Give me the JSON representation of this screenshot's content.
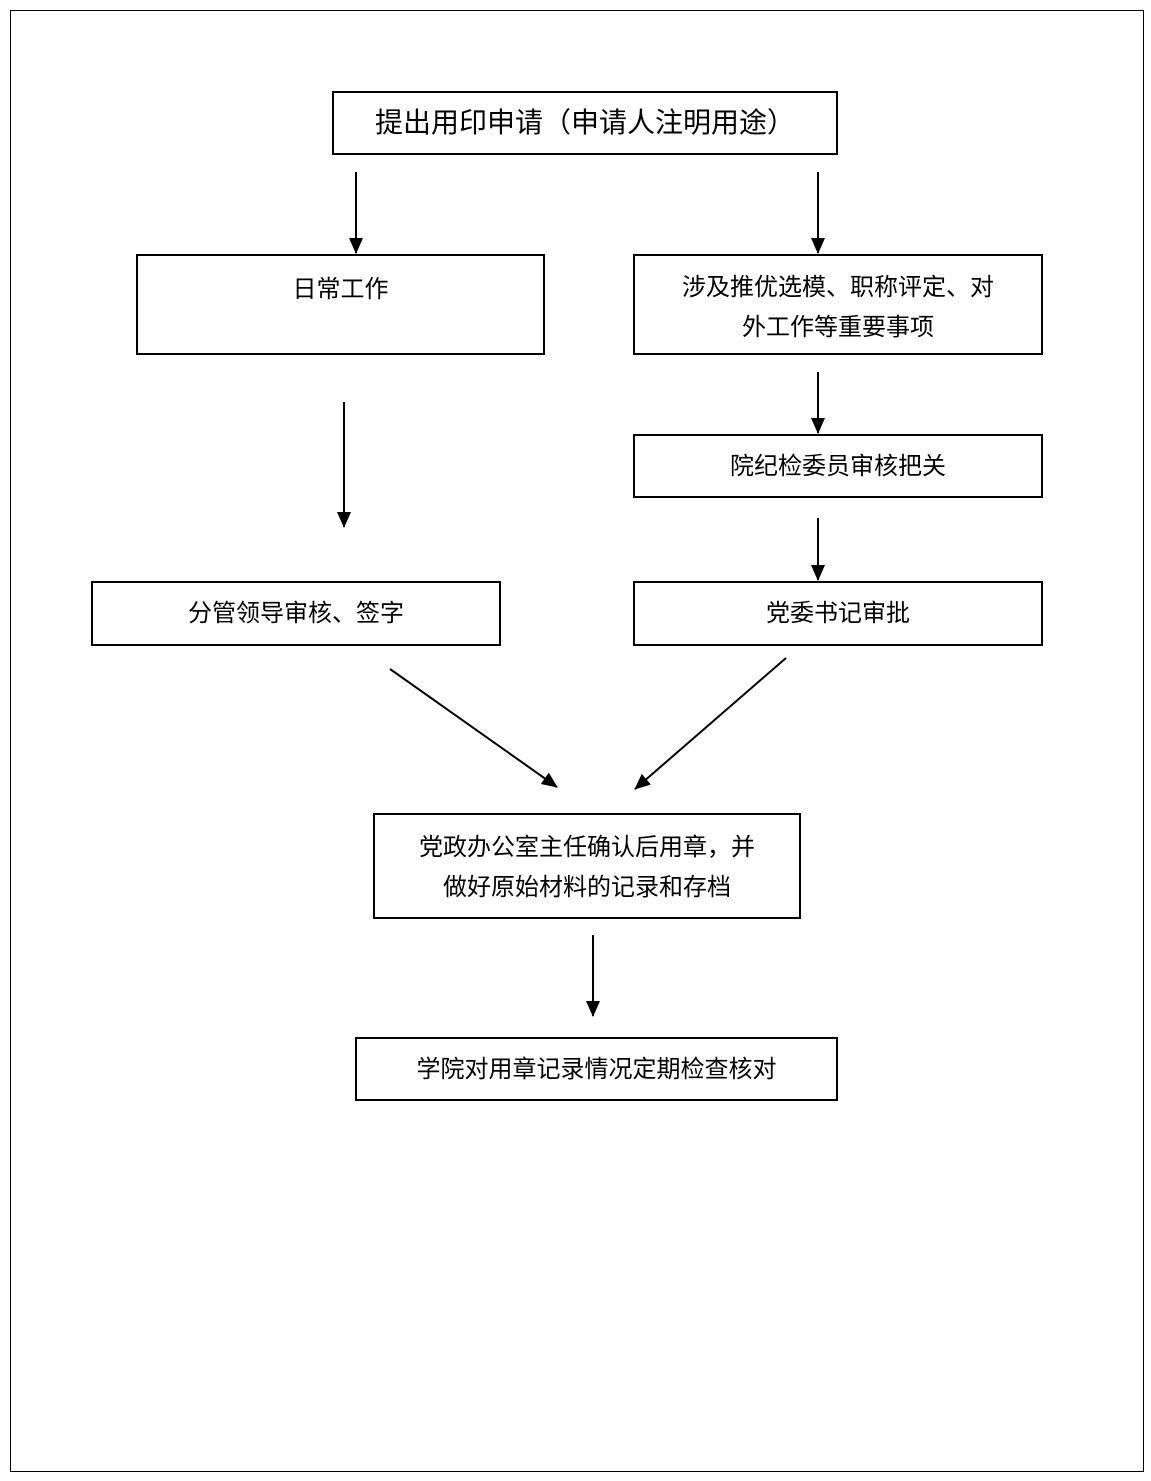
{
  "diagram": {
    "nodes": {
      "apply": {
        "text": "提出用印申请（申请人注明用途）"
      },
      "daily": {
        "text": "日常工作"
      },
      "important": {
        "lines": [
          "涉及推优选模、职称评定、对",
          "外工作等重要事项"
        ]
      },
      "discipline": {
        "text": "院纪检委员审核把关"
      },
      "leader": {
        "text": "分管领导审核、签字"
      },
      "secretary": {
        "text": "党委书记审批"
      },
      "office": {
        "lines": [
          "党政办公室主任确认后用章，并",
          "做好原始材料的记录和存档"
        ]
      },
      "check": {
        "text": "学院对用章记录情况定期检查核对"
      }
    },
    "edges": [
      {
        "from": "apply",
        "to": "daily"
      },
      {
        "from": "apply",
        "to": "important"
      },
      {
        "from": "daily",
        "to": "leader"
      },
      {
        "from": "important",
        "to": "discipline"
      },
      {
        "from": "discipline",
        "to": "secretary"
      },
      {
        "from": "leader",
        "to": "office"
      },
      {
        "from": "secretary",
        "to": "office"
      },
      {
        "from": "office",
        "to": "check"
      }
    ]
  }
}
